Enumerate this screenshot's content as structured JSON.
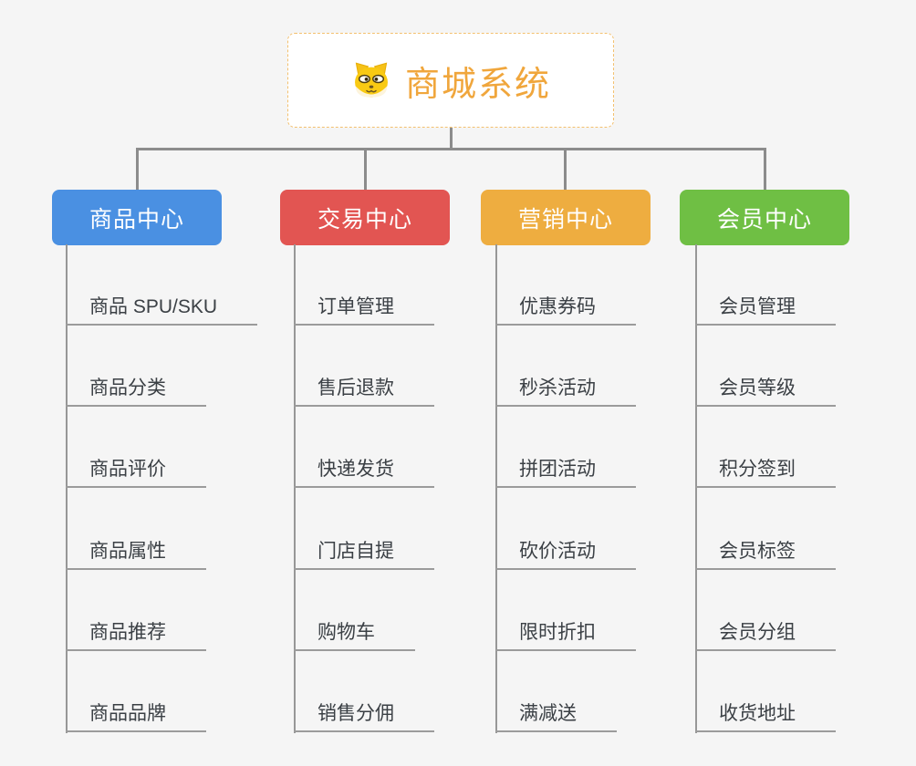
{
  "canvas": {
    "background": "#f5f5f5",
    "connector_color": "#8c8c8c"
  },
  "root": {
    "label": "商城系统",
    "icon": "shiba-dog-icon",
    "text_color": "#f0a63c",
    "border_color": "#f3c06e"
  },
  "branches": [
    {
      "label": "商品中心",
      "color": "#4a90e2",
      "items": [
        "商品 SPU/SKU",
        "商品分类",
        "商品评价",
        "商品属性",
        "商品推荐",
        "商品品牌"
      ]
    },
    {
      "label": "交易中心",
      "color": "#e25552",
      "items": [
        "订单管理",
        "售后退款",
        "快递发货",
        "门店自提",
        "购物车",
        "销售分佣"
      ]
    },
    {
      "label": "营销中心",
      "color": "#eead40",
      "items": [
        "优惠券码",
        "秒杀活动",
        "拼团活动",
        "砍价活动",
        "限时折扣",
        "满减送"
      ]
    },
    {
      "label": "会员中心",
      "color": "#6fbf44",
      "items": [
        "会员管理",
        "会员等级",
        "积分签到",
        "会员标签",
        "会员分组",
        "收货地址"
      ]
    }
  ]
}
